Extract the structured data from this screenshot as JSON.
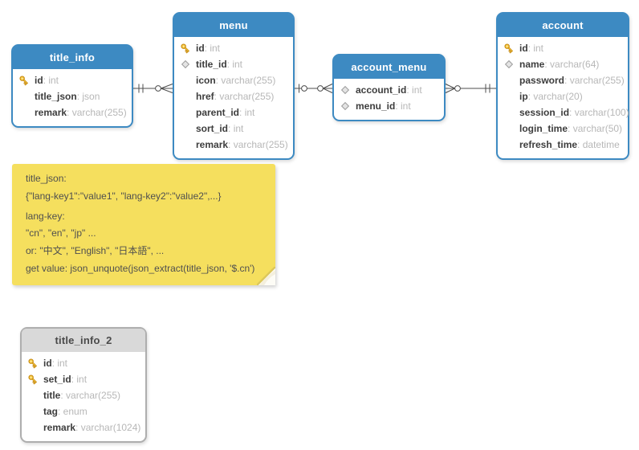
{
  "diagram": {
    "background": "#ffffff",
    "accent_blue": "#3d8ac2",
    "gray_header": "#d9d9d9",
    "note_yellow": "#f5df5e",
    "line_color": "#4d4d4d"
  },
  "tables": [
    {
      "title": "title_info",
      "style": "blue",
      "fields": [
        {
          "icon": "key",
          "name": "id",
          "type": "int"
        },
        {
          "icon": "none",
          "name": "title_json",
          "type": "json"
        },
        {
          "icon": "none",
          "name": "remark",
          "type": "varchar(255)"
        }
      ]
    },
    {
      "title": "menu",
      "style": "blue",
      "fields": [
        {
          "icon": "key",
          "name": "id",
          "type": "int"
        },
        {
          "icon": "diamond",
          "name": "title_id",
          "type": "int"
        },
        {
          "icon": "none",
          "name": "icon",
          "type": "varchar(255)"
        },
        {
          "icon": "none",
          "name": "href",
          "type": "varchar(255)"
        },
        {
          "icon": "none",
          "name": "parent_id",
          "type": "int"
        },
        {
          "icon": "none",
          "name": "sort_id",
          "type": "int"
        },
        {
          "icon": "none",
          "name": "remark",
          "type": "varchar(255)"
        }
      ]
    },
    {
      "title": "account_menu",
      "style": "blue",
      "fields": [
        {
          "icon": "diamond",
          "name": "account_id",
          "type": "int"
        },
        {
          "icon": "diamond",
          "name": "menu_id",
          "type": "int"
        }
      ]
    },
    {
      "title": "account",
      "style": "blue",
      "fields": [
        {
          "icon": "key",
          "name": "id",
          "type": "int"
        },
        {
          "icon": "diamond",
          "name": "name",
          "type": "varchar(64)"
        },
        {
          "icon": "none",
          "name": "password",
          "type": "varchar(255)"
        },
        {
          "icon": "none",
          "name": "ip",
          "type": "varchar(20)"
        },
        {
          "icon": "none",
          "name": "session_id",
          "type": "varchar(100)"
        },
        {
          "icon": "none",
          "name": "login_time",
          "type": "varchar(50)"
        },
        {
          "icon": "none",
          "name": "refresh_time",
          "type": "datetime"
        }
      ]
    },
    {
      "title": "title_info_2",
      "style": "gray",
      "fields": [
        {
          "icon": "key",
          "name": "id",
          "type": "int"
        },
        {
          "icon": "key",
          "name": "set_id",
          "type": "int"
        },
        {
          "icon": "none",
          "name": "title",
          "type": "varchar(255)"
        },
        {
          "icon": "none",
          "name": "tag",
          "type": "enum"
        },
        {
          "icon": "none",
          "name": "remark",
          "type": "varchar(1024)"
        }
      ]
    }
  ],
  "note": {
    "lines": [
      "title_json:",
      "{\"lang-key1\":\"value1\", \"lang-key2\":\"value2\",...}",
      "lang-key:",
      "\"cn\", \"en\", \"jp\" ...",
      "or: \"中文\", \"English\", \"日本語\", ...",
      "get value: json_unquote(json_extract(title_json, '$.cn')"
    ]
  },
  "relationships": [
    {
      "from": "title_info",
      "to": "menu",
      "from_end": "exactly-one",
      "to_end": "zero-or-many"
    },
    {
      "from": "menu",
      "to": "account_menu",
      "from_end": "zero-or-one",
      "to_end": "zero-or-many"
    },
    {
      "from": "account",
      "to": "account_menu",
      "from_end": "exactly-one",
      "to_end": "zero-or-many"
    }
  ]
}
